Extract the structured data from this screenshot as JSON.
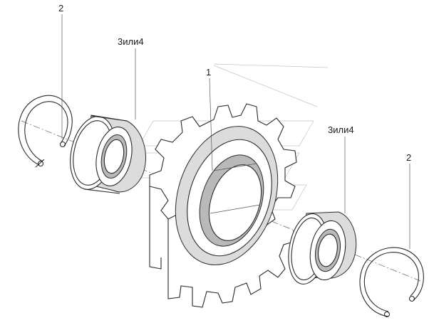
{
  "labels": {
    "ring_left": "2",
    "bearing_left": "3или4",
    "sprocket": "1",
    "bearing_right": "3или4",
    "ring_right": "2"
  }
}
